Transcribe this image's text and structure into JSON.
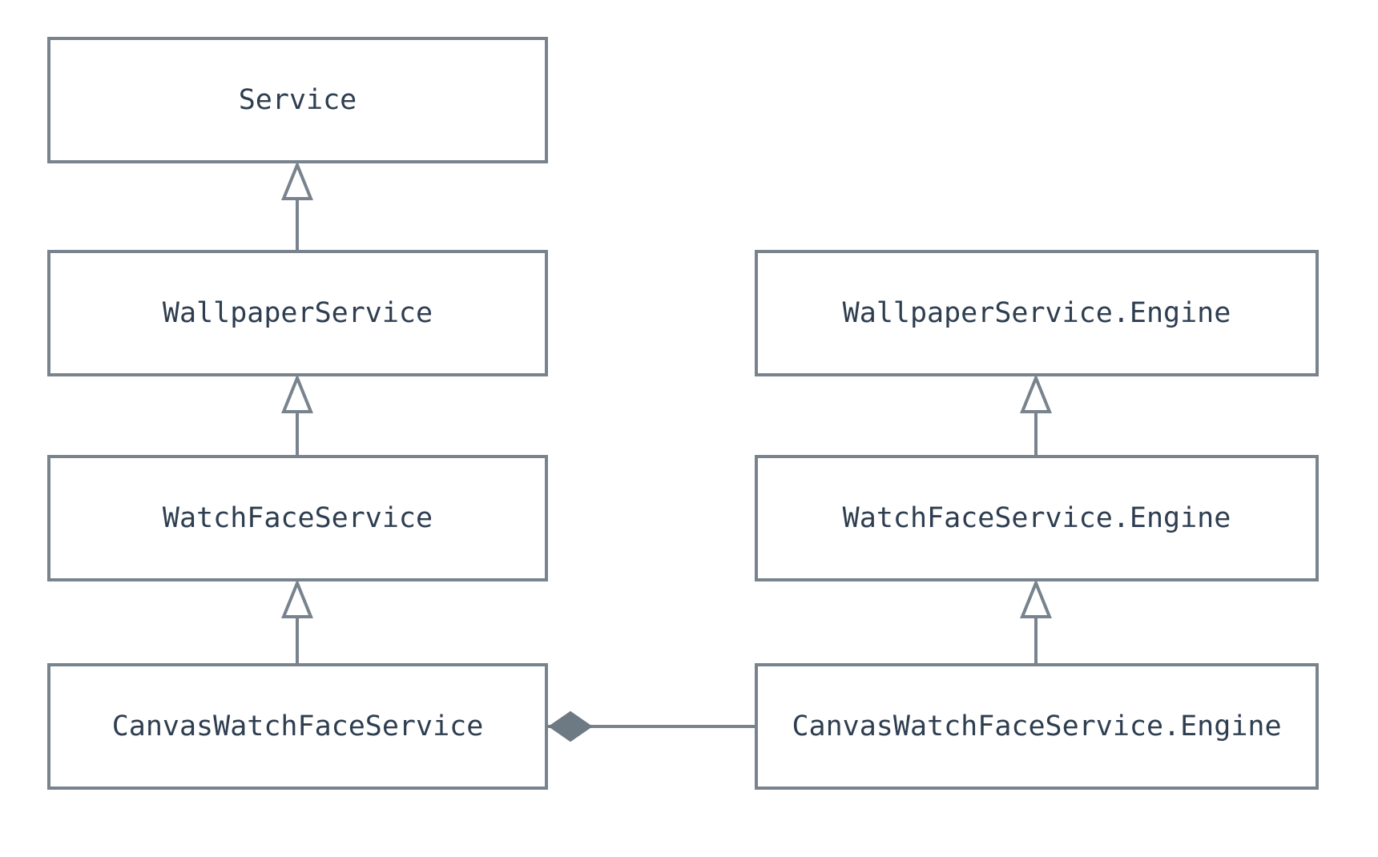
{
  "diagram": {
    "type": "uml-class-diagram",
    "nodes": [
      {
        "id": "service",
        "label": "Service",
        "column": "left",
        "row": 1
      },
      {
        "id": "wallpaper-service",
        "label": "WallpaperService",
        "column": "left",
        "row": 2
      },
      {
        "id": "watch-face-service",
        "label": "WatchFaceService",
        "column": "left",
        "row": 3
      },
      {
        "id": "canvas-watch-face-service",
        "label": "CanvasWatchFaceService",
        "column": "left",
        "row": 4
      },
      {
        "id": "wallpaper-service-engine",
        "label": "WallpaperService.Engine",
        "column": "right",
        "row": 2
      },
      {
        "id": "watch-face-service-engine",
        "label": "WatchFaceService.Engine",
        "column": "right",
        "row": 3
      },
      {
        "id": "canvas-watch-face-service-engine",
        "label": "CanvasWatchFaceService.Engine",
        "column": "right",
        "row": 4
      }
    ],
    "edges": [
      {
        "type": "inheritance",
        "from": "WallpaperService",
        "to": "Service"
      },
      {
        "type": "inheritance",
        "from": "WatchFaceService",
        "to": "WallpaperService"
      },
      {
        "type": "inheritance",
        "from": "CanvasWatchFaceService",
        "to": "WatchFaceService"
      },
      {
        "type": "inheritance",
        "from": "WatchFaceService.Engine",
        "to": "WallpaperService.Engine"
      },
      {
        "type": "inheritance",
        "from": "CanvasWatchFaceService.Engine",
        "to": "WatchFaceService.Engine"
      },
      {
        "type": "composition",
        "whole": "CanvasWatchFaceService",
        "part": "CanvasWatchFaceService.Engine",
        "diamond_end": "CanvasWatchFaceService"
      }
    ],
    "colors": {
      "background": "#ffffff",
      "box_fill": "#ffffff",
      "border": "#78838d",
      "text": "#2e3e50",
      "diamond_fill": "#6d7a83"
    }
  }
}
